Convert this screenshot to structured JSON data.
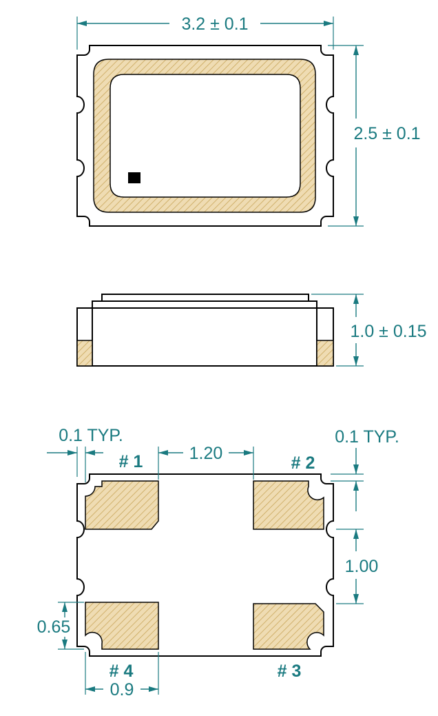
{
  "top_view": {
    "width_dim": "3.2 ± 0.1",
    "height_dim": "2.5 ± 0.1"
  },
  "side_view": {
    "height_dim": "1.0 ± 0.15"
  },
  "bottom_view": {
    "typ_left": "0.1 TYP.",
    "typ_right": "0.1 TYP.",
    "pitch_x": "1.20",
    "pitch_y": "1.00",
    "pad_height": "0.65",
    "pad_width": "0.9",
    "pins": {
      "p1": "# 1",
      "p2": "# 2",
      "p3": "# 3",
      "p4": "# 4"
    }
  },
  "colors": {
    "dimension": "#1a7a80",
    "pad_fill": "#e8d2a3",
    "pad_hatch": "#c9a65a",
    "outline": "#000000"
  }
}
